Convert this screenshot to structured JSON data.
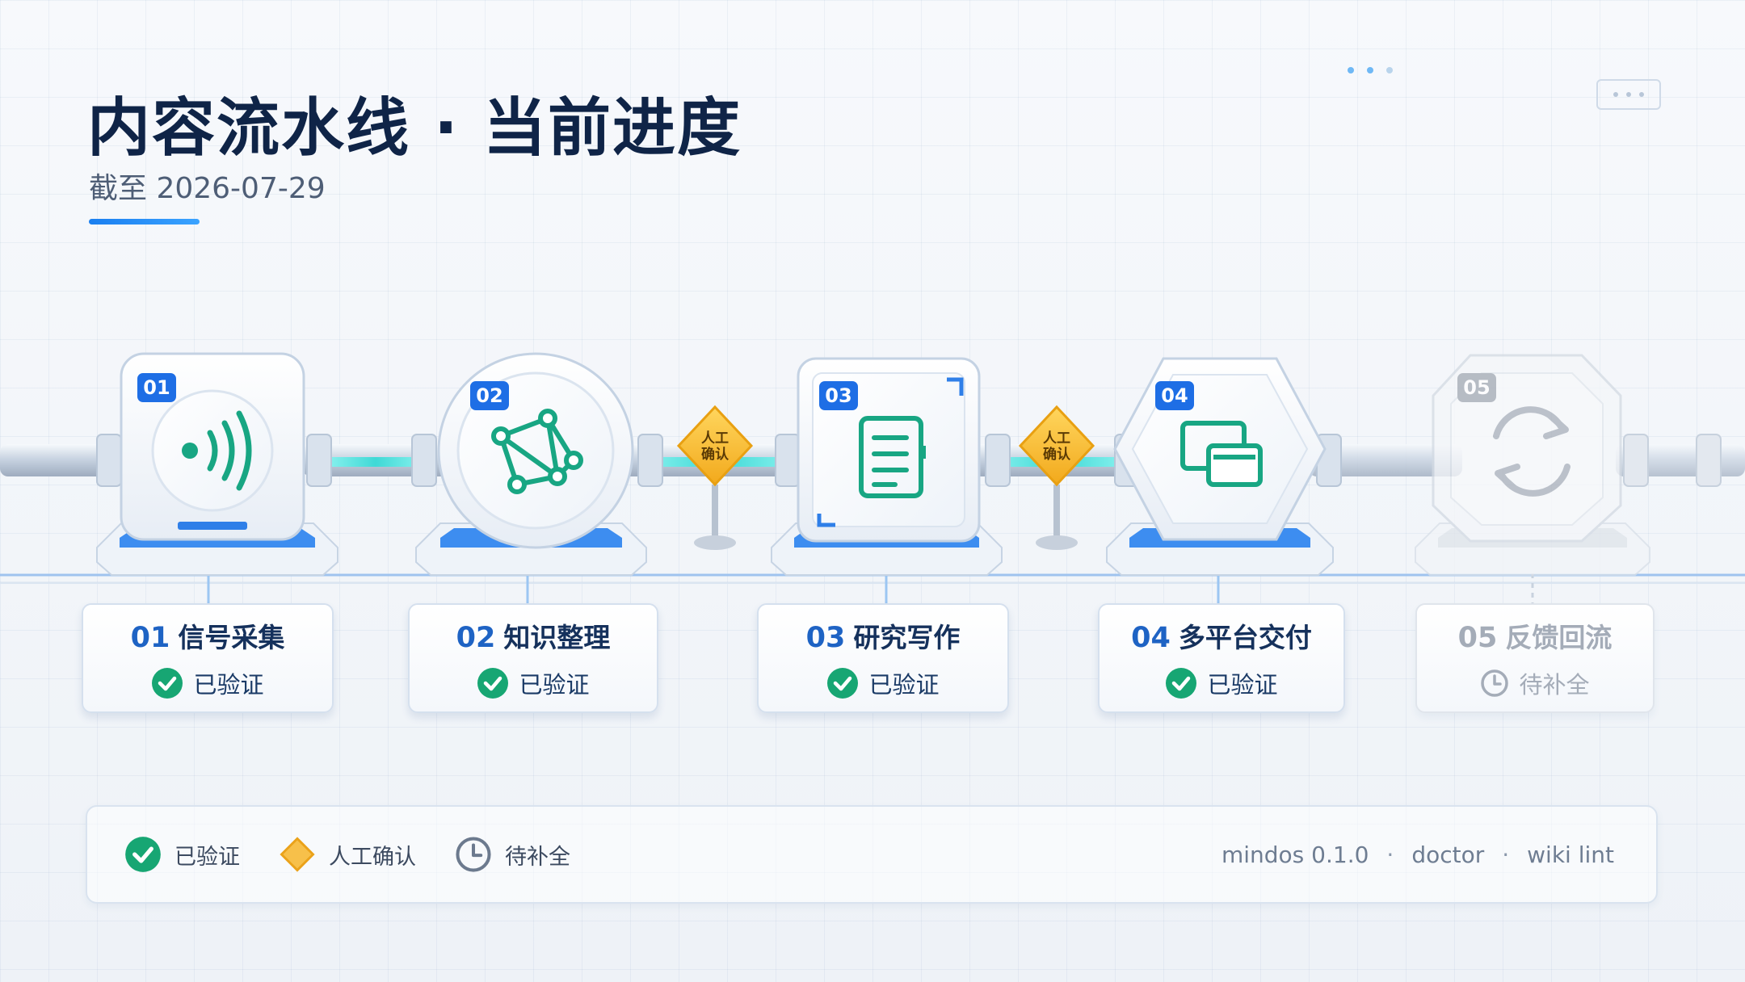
{
  "header": {
    "title": "内容流水线 · 当前进度",
    "subtitle": "截至 2026-07-29"
  },
  "gate_label": {
    "line1": "人工",
    "line2": "确认"
  },
  "stages": [
    {
      "num": "01",
      "name": "信号采集",
      "status": "已验证",
      "state": "verified",
      "icon": "signal-icon"
    },
    {
      "num": "02",
      "name": "知识整理",
      "status": "已验证",
      "state": "verified",
      "icon": "network-icon"
    },
    {
      "num": "03",
      "name": "研究写作",
      "status": "已验证",
      "state": "verified",
      "icon": "document-icon"
    },
    {
      "num": "04",
      "name": "多平台交付",
      "status": "已验证",
      "state": "verified",
      "icon": "multi-screen-icon"
    },
    {
      "num": "05",
      "name": "反馈回流",
      "status": "待补全",
      "state": "pending",
      "icon": "refresh-icon"
    }
  ],
  "legend": [
    {
      "label": "已验证",
      "icon": "check-circle-icon"
    },
    {
      "label": "人工确认",
      "icon": "diamond-icon"
    },
    {
      "label": "待补全",
      "icon": "clock-icon"
    }
  ],
  "footer": {
    "version": "mindos 0.1.0",
    "sep": "·",
    "cmd1": "doctor",
    "cmd2": "wiki lint"
  },
  "colors": {
    "accent": "#1a7ff0",
    "verified": "#17a673",
    "gate": "#f5b82e",
    "pending": "#a4acb8",
    "title": "#0f2447"
  }
}
